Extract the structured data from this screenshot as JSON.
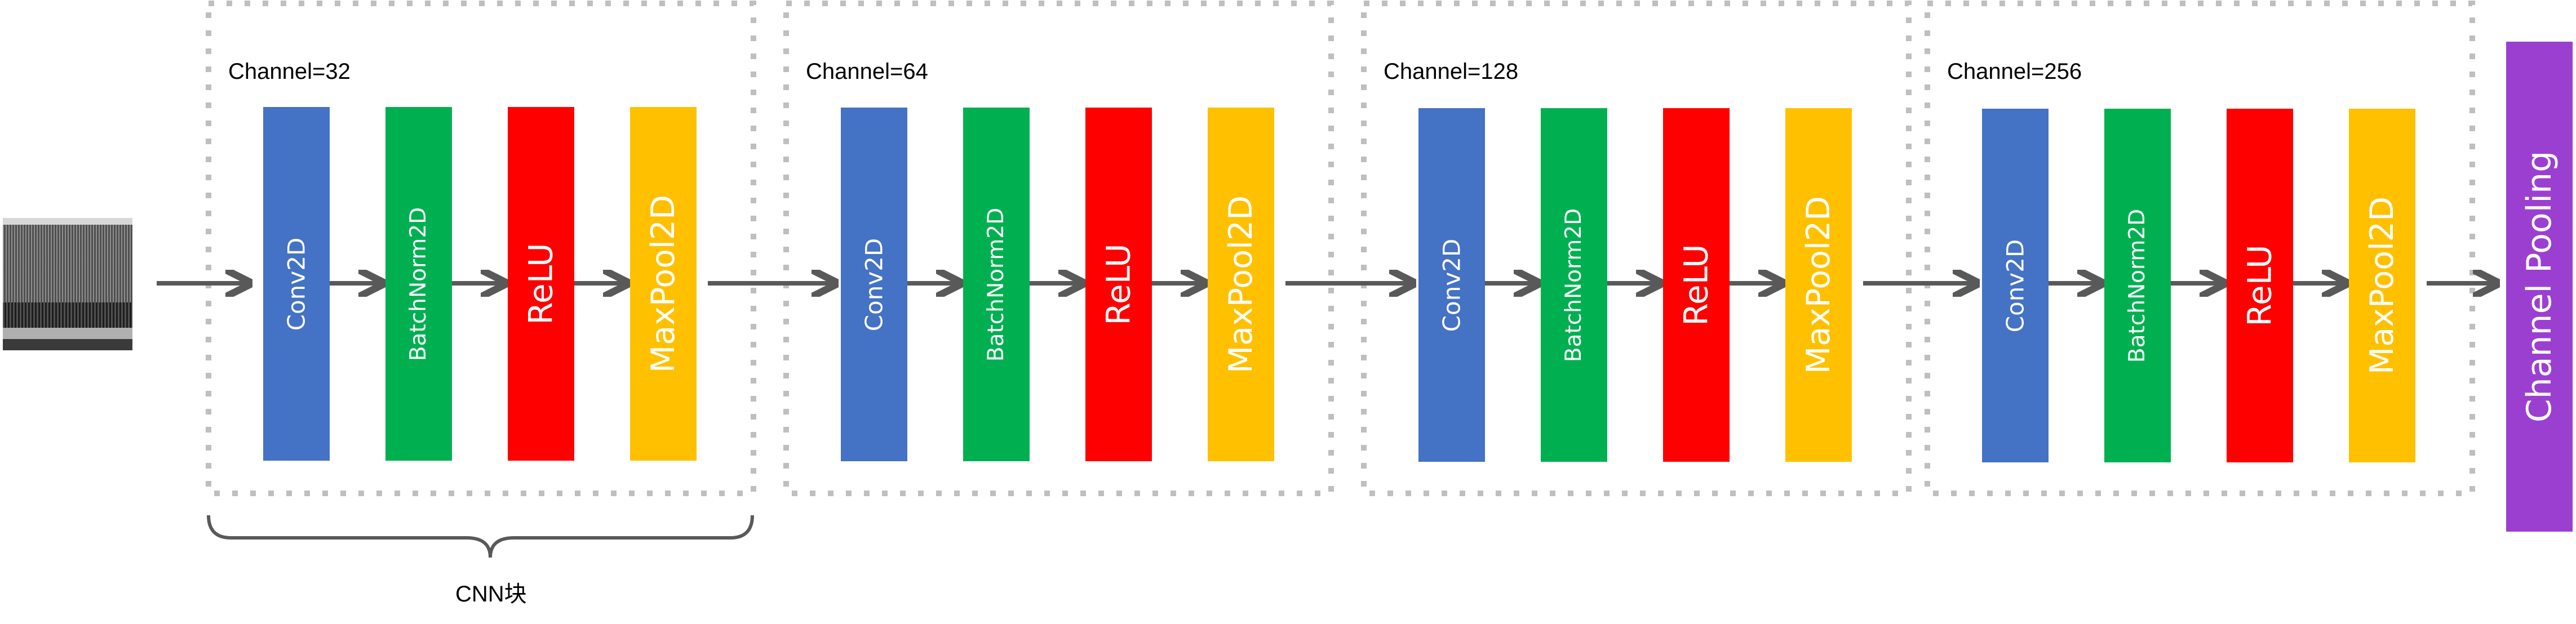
{
  "blocks": [
    {
      "channel": "Channel=32",
      "layers": [
        "Conv2D",
        "BatchNorm2D",
        "ReLU",
        "MaxPool2D"
      ]
    },
    {
      "channel": "Channel=64",
      "layers": [
        "Conv2D",
        "BatchNorm2D",
        "ReLU",
        "MaxPool2D"
      ]
    },
    {
      "channel": "Channel=128",
      "layers": [
        "Conv2D",
        "BatchNorm2D",
        "ReLU",
        "MaxPool2D"
      ]
    },
    {
      "channel": "Channel=256",
      "layers": [
        "Conv2D",
        "BatchNorm2D",
        "ReLU",
        "MaxPool2D"
      ]
    }
  ],
  "brace_label": "CNN块",
  "output_label": "Channel Pooling",
  "colors": {
    "conv": "#4472c4",
    "batchnorm": "#00b050",
    "relu": "#ff0000",
    "maxpool": "#ffc000",
    "channel_pooling": "#9b3fd0",
    "arrow": "#595959",
    "block_border": "#bfbfbf"
  },
  "icons": [
    "input-image-thumbnail",
    "right-arrow"
  ]
}
